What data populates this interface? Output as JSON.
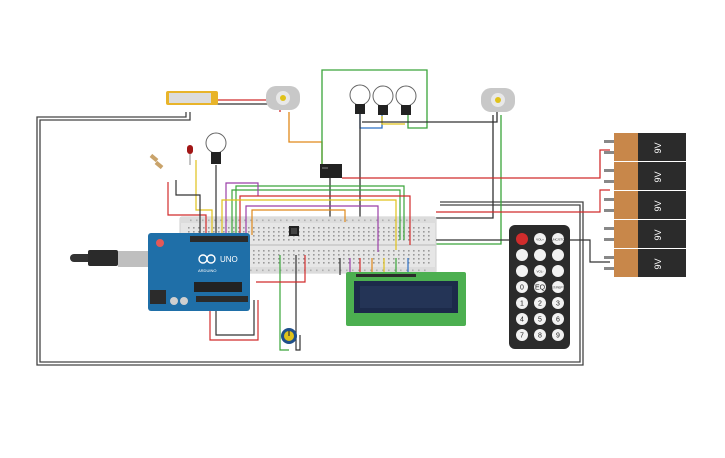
{
  "arduino": {
    "brand": "UNO",
    "sub": "ARDUINO",
    "made": ""
  },
  "battery": {
    "labels": [
      "9V",
      "9V",
      "9V",
      "9V",
      "9V"
    ]
  },
  "remote": {
    "keys_top": [
      "",
      "VOL+",
      "FUNC/STOP"
    ],
    "keys_mid": [
      "",
      "",
      ""
    ],
    "keys_row3": [
      "",
      "VOL-",
      ""
    ],
    "keys_row4": [
      "0",
      "EQ",
      "ST/REPT"
    ],
    "digits": [
      "1",
      "2",
      "3",
      "4",
      "5",
      "6",
      "7",
      "8",
      "9"
    ]
  },
  "colors": {
    "wire_red": "#d12c2c",
    "wire_black": "#333333",
    "wire_green": "#3aa53a",
    "wire_yellow": "#e0c21a",
    "wire_orange": "#e0891a",
    "wire_purple": "#9b3fa8",
    "wire_blue": "#2a6fc4",
    "arduino_blue": "#1f6fa8",
    "lcd_green": "#4caf50",
    "lcd_screen": "#1c2a4a",
    "battery_body": "#2b2b2b",
    "battery_cap": "#c8874a",
    "breadboard": "#e6e6e6"
  }
}
